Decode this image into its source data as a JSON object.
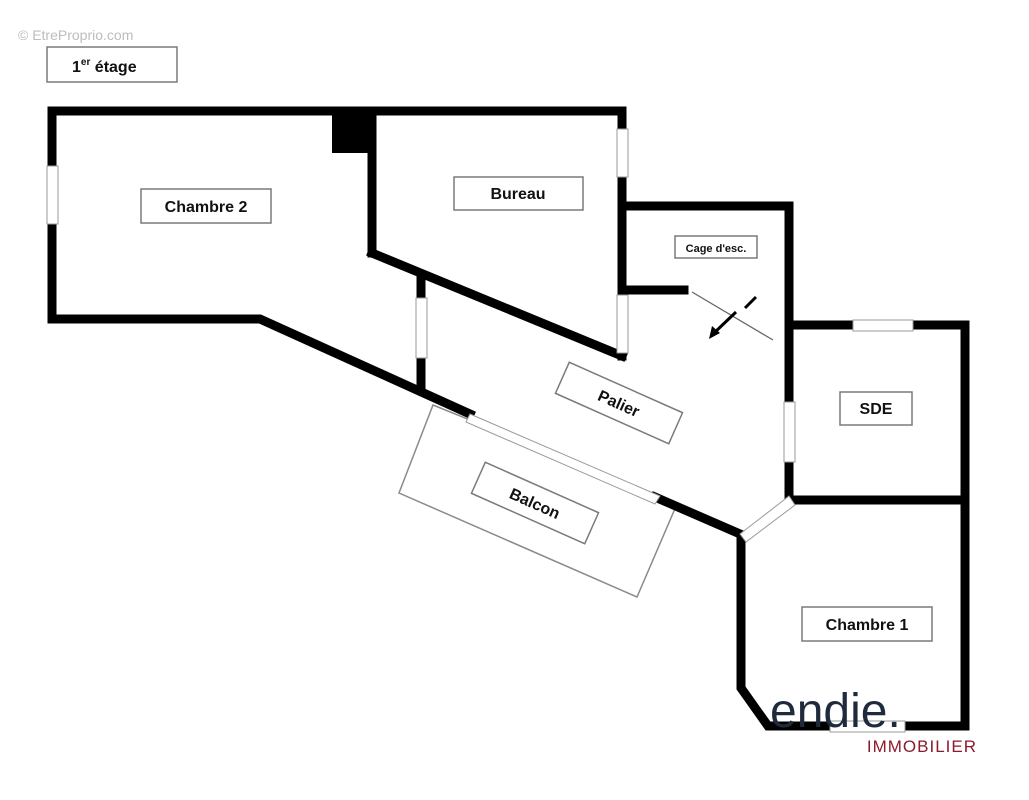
{
  "watermark": "© EtreProprio.com",
  "floor": {
    "label": "1",
    "suffix": "er",
    "rest": " étage"
  },
  "rooms": {
    "chambre2": "Chambre 2",
    "bureau": "Bureau",
    "cage": "Cage d'esc.",
    "palier": "Palier",
    "balcon": "Balcon",
    "sde": "SDE",
    "chambre1": "Chambre 1"
  },
  "brand": {
    "name": "endie.",
    "sub": "IMMOBILIER",
    "accent": "#8b1a2b",
    "dark": "#1f2a3c"
  }
}
